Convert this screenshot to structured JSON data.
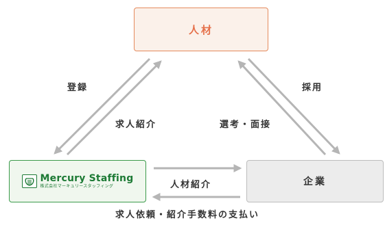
{
  "nodes": {
    "jinzai": "人材",
    "company": "企業",
    "mercury": {
      "name": "Mercury Staffing",
      "subtitle": "株式会社マーキュリースタッフィング"
    }
  },
  "edges": {
    "touroku": "登録",
    "kyujin_shoukai": "求人紹介",
    "saiyou": "採用",
    "senkou_mensetsu": "選考・面接",
    "jinzai_shoukai": "人材紹介",
    "bottom": "求人依頼・紹介手数料の支払い"
  },
  "colors": {
    "jinzai_border": "#e58a5c",
    "jinzai_text": "#e5704a",
    "mercury_green": "#1d7a35",
    "arrow_gray": "#b5b5b5"
  }
}
